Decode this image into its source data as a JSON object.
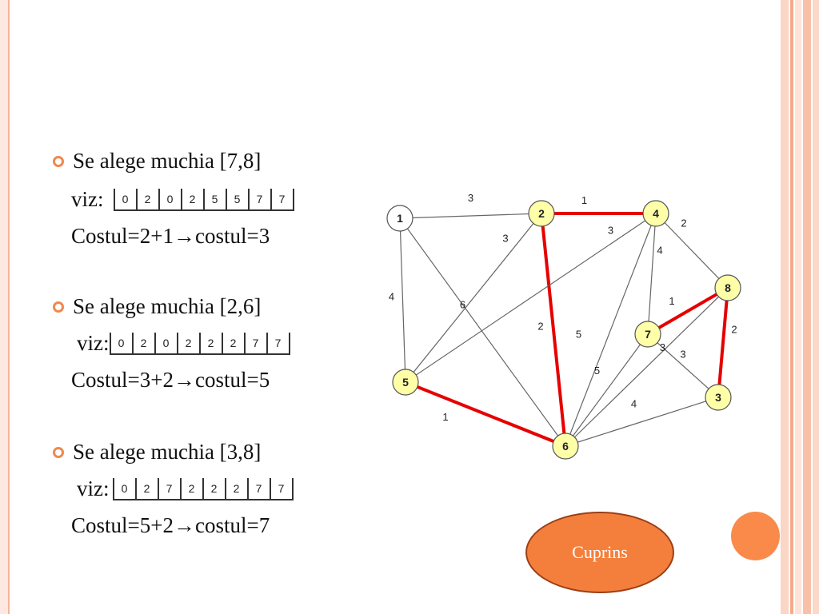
{
  "colors": {
    "accent": "#f0884e",
    "edge_selected": "#e60000",
    "edge_default": "#666666",
    "node_fill_highlight": "#ffffa8",
    "node_fill_plain": "#ffffff",
    "button_fill": "#f47f3c"
  },
  "steps": [
    {
      "title": "Se alege muchia [7,8]",
      "viz_label": "viz:",
      "viz": [
        "0",
        "2",
        "0",
        "2",
        "5",
        "5",
        "7",
        "7"
      ],
      "cost": "Costul=2+1→costul=3"
    },
    {
      "title": "Se alege muchia [2,6]",
      "viz_label": "viz:",
      "viz": [
        "0",
        "2",
        "0",
        "2",
        "2",
        "2",
        "7",
        "7"
      ],
      "cost": "Costul=3+2→costul=5"
    },
    {
      "title": "Se alege muchia [3,8]",
      "viz_label": "viz:",
      "viz": [
        "0",
        "2",
        "7",
        "2",
        "2",
        "2",
        "7",
        "7"
      ],
      "cost": "Costul=5+2→costul=7"
    }
  ],
  "graph": {
    "nodes": [
      {
        "id": "1",
        "highlight": false
      },
      {
        "id": "2",
        "highlight": true
      },
      {
        "id": "3",
        "highlight": true
      },
      {
        "id": "4",
        "highlight": true
      },
      {
        "id": "5",
        "highlight": true
      },
      {
        "id": "6",
        "highlight": true
      },
      {
        "id": "7",
        "highlight": true
      },
      {
        "id": "8",
        "highlight": true
      }
    ],
    "edges": [
      {
        "from": "1",
        "to": "2",
        "weight": "3",
        "selected": false
      },
      {
        "from": "1",
        "to": "5",
        "weight": "4",
        "selected": false
      },
      {
        "from": "1",
        "to": "6",
        "weight": "6",
        "selected": false
      },
      {
        "from": "2",
        "to": "4",
        "weight": "1",
        "selected": true
      },
      {
        "from": "2",
        "to": "5",
        "weight": "3",
        "selected": false
      },
      {
        "from": "2",
        "to": "6",
        "weight": "2",
        "selected": true
      },
      {
        "from": "4",
        "to": "5",
        "weight": "3",
        "selected": false
      },
      {
        "from": "4",
        "to": "6",
        "weight": "5",
        "selected": false
      },
      {
        "from": "4",
        "to": "7",
        "weight": "4",
        "selected": false
      },
      {
        "from": "4",
        "to": "8",
        "weight": "2",
        "selected": false
      },
      {
        "from": "7",
        "to": "8",
        "weight": "1",
        "selected": true
      },
      {
        "from": "7",
        "to": "3",
        "weight": "3",
        "selected": false
      },
      {
        "from": "8",
        "to": "3",
        "weight": "2",
        "selected": true
      },
      {
        "from": "6",
        "to": "7",
        "weight": "5",
        "selected": false
      },
      {
        "from": "6",
        "to": "8",
        "weight": "3",
        "selected": false
      },
      {
        "from": "6",
        "to": "3",
        "weight": "4",
        "selected": false
      },
      {
        "from": "5",
        "to": "6",
        "weight": "1",
        "selected": true
      }
    ]
  },
  "nav": {
    "cuprins_label": "Cuprins"
  }
}
